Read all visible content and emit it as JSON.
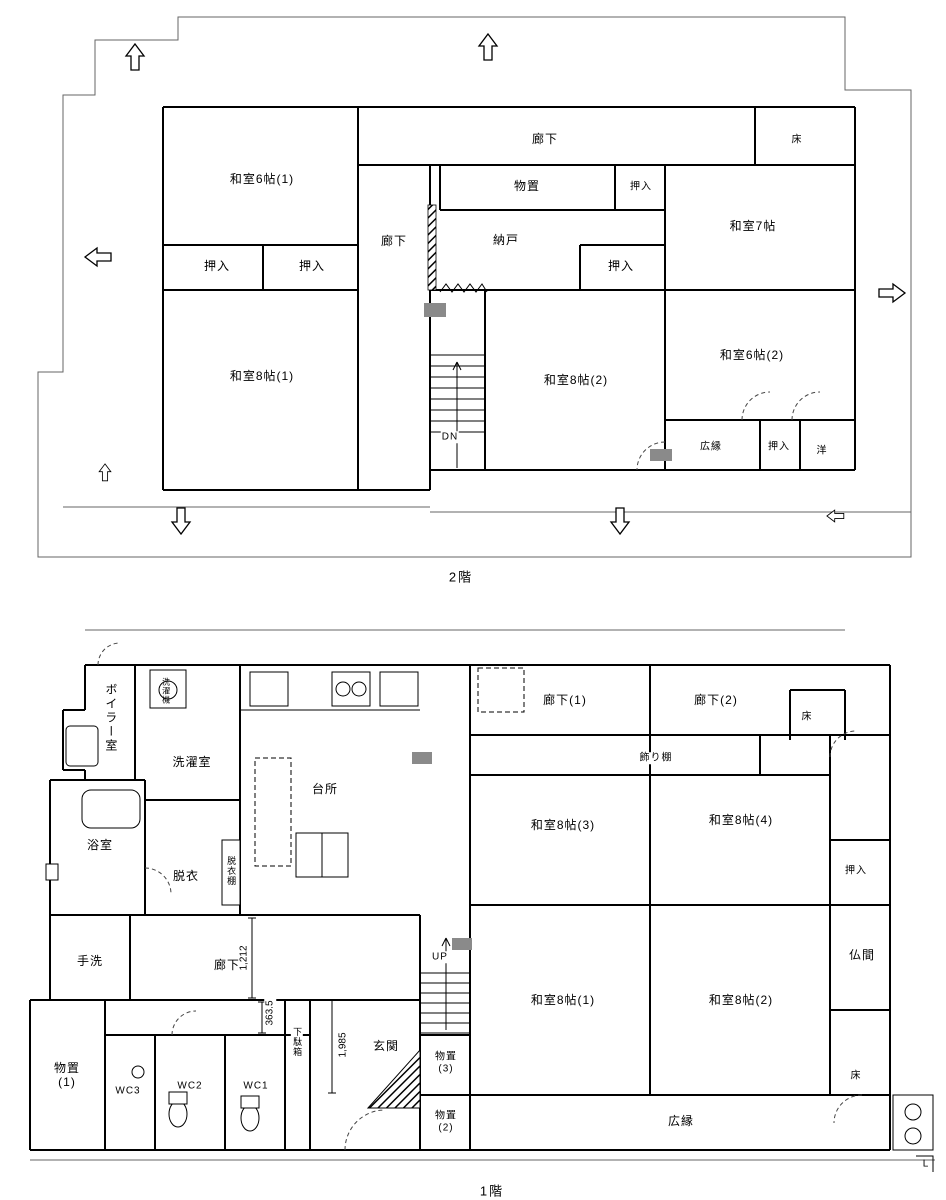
{
  "floor2": {
    "caption": "2階",
    "rooms": {
      "washitsu6_1": "和室6帖(1)",
      "roka_top": "廊下",
      "monooki": "物置",
      "oshiire_top": "押入",
      "toko": "床",
      "washitsu7": "和室7帖",
      "roka": "廊下",
      "nando": "納戸",
      "oshiire_l1": "押入",
      "oshiire_l2": "押入",
      "oshiire_mid": "押入",
      "washitsu8_1": "和室8帖(1)",
      "washitsu8_2": "和室8帖(2)",
      "washitsu6_2": "和室6帖(2)",
      "hiroen": "広縁",
      "oshiire_b": "押入",
      "youshitsu": "洋",
      "dn": "DN"
    }
  },
  "floor1": {
    "caption": "1階",
    "rooms": {
      "boiler": "ボイラー室",
      "sentakuki": "洗濯機",
      "sentakushitsu": "洗濯室",
      "daidokoro": "台所",
      "roka1": "廊下(1)",
      "roka2": "廊下(2)",
      "toko_top": "床",
      "kazaridana": "飾り棚",
      "washitsu8_3": "和室8帖(3)",
      "washitsu8_4": "和室8帖(4)",
      "oshiire": "押入",
      "yokushitsu": "浴室",
      "datsui": "脱衣",
      "datsuidana": "脱衣棚",
      "tearai": "手洗",
      "roka": "廊下",
      "up": "UP",
      "butsuma": "仏間",
      "washitsu8_1": "和室8帖(1)",
      "washitsu8_2": "和室8帖(2)",
      "monooki1": "物置(1)",
      "wc3": "WC3",
      "wc2": "WC2",
      "wc1": "WC1",
      "getabako": "下駄箱",
      "genkan": "玄関",
      "monooki3": "物置(3)",
      "monooki2": "物置(2)",
      "toko_b": "床",
      "hiroen": "広縁"
    },
    "dimensions": {
      "d1": "1,212",
      "d2": "363.5",
      "d3": "1,985"
    },
    "corner_mark": "L"
  }
}
